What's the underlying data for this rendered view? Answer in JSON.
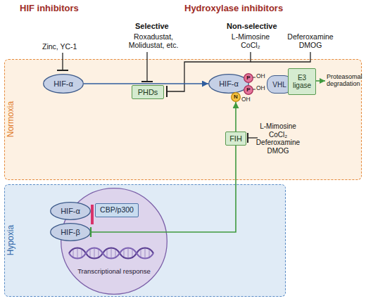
{
  "diagram": {
    "nodes": [
      {
        "text": [
          "Normoxia"
        ]
      },
      {
        "text": [
          "HIF-α"
        ],
        "in": 0
      },
      {
        "text": [
          "PHDs"
        ],
        "in": 0
      },
      {
        "text": [
          "HIF-α"
        ],
        "in": 0
      },
      {
        "text": [
          "P"
        ],
        "in": 0
      },
      {
        "text": [
          "P"
        ],
        "in": 0
      },
      {
        "text": [
          "N"
        ],
        "in": 0
      },
      {
        "text": [
          "VHL"
        ],
        "in": 0
      },
      {
        "text": [
          "E3 ligase"
        ],
        "in": 0
      },
      {
        "text": [
          "FIH"
        ],
        "in": 0
      },
      {
        "text": [
          "Hypoxia"
        ]
      },
      {
        "text": [
          "Transcriptional response"
        ],
        "in": 10
      },
      {
        "text": [
          "HIF-α"
        ],
        "in": 11
      },
      {
        "text": [
          "HIF-β"
        ],
        "in": 11
      },
      {
        "text": [
          "CBP/p300"
        ],
        "in": 11
      }
    ],
    "edges": [
      {
        "from": 1,
        "to": 3,
        "arrow": "to"
      },
      {
        "from": 9,
        "to": 6,
        "arrow": "to"
      },
      {
        "from": 9,
        "to": 13,
        "arrow": "to"
      }
    ],
    "labels": [
      "HIF inhibitors",
      "Hydroxylase inhibitors",
      "Selective",
      "Non-selective",
      "Zinc, YC-1",
      "Roxadustat, Molidustat, etc.",
      "L-Mimosine CoCl₂",
      "Deferoxamine DMOG",
      "OH",
      "OH",
      "OH",
      "Proteasomal degradation",
      "L-Mimosine CoCl₂ Deferoxamine DMOG"
    ]
  }
}
